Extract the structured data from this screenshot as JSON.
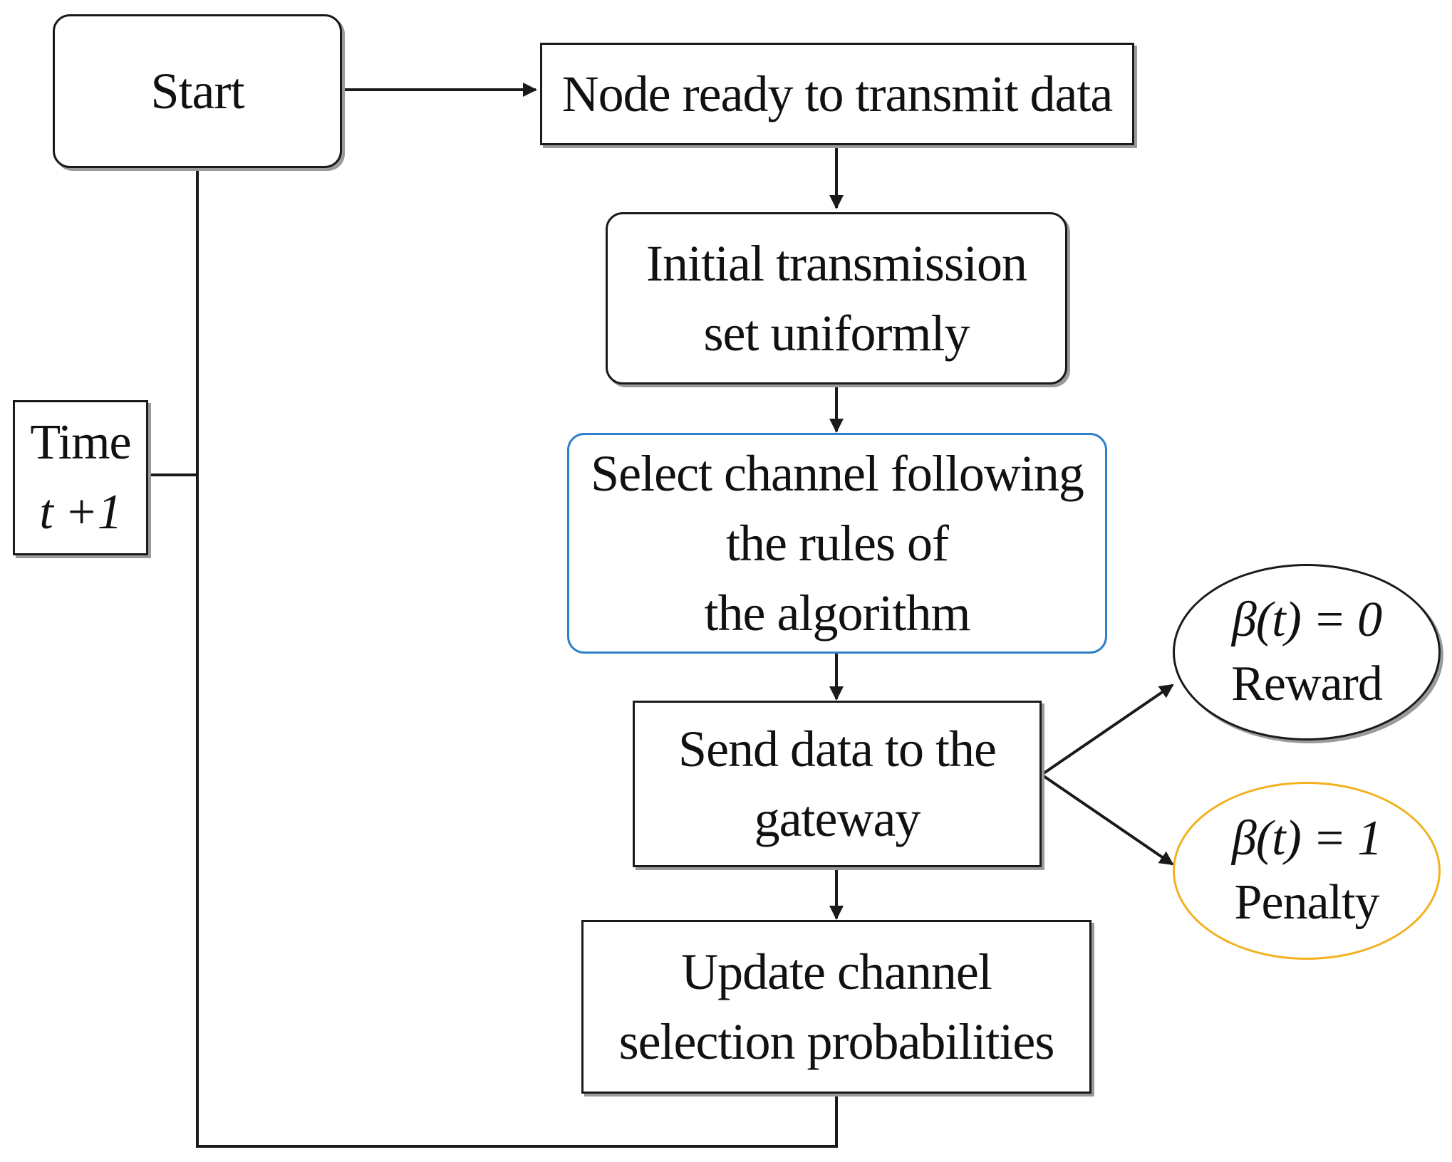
{
  "diagram": {
    "nodes": {
      "start": {
        "label": "Start"
      },
      "node_ready": {
        "label": "Node ready to transmit data"
      },
      "initial_transmission": {
        "line1": "Initial transmission",
        "line2": "set uniformly"
      },
      "select_channel": {
        "line1": "Select channel following",
        "line2": "the rules of",
        "line3": "the algorithm"
      },
      "send_data": {
        "line1": "Send data to the",
        "line2": "gateway"
      },
      "update": {
        "line1": "Update channel",
        "line2": "selection probabilities"
      },
      "reward": {
        "formula": "β(t) = 0",
        "label": "Reward"
      },
      "penalty": {
        "formula": "β(t) = 1",
        "label": "Penalty"
      },
      "time": {
        "line1": "Time",
        "line2": "t +1"
      }
    },
    "colors": {
      "line": "#1a1a1a",
      "select_channel_border": "#2f7fc9",
      "penalty_border": "#f2b11f"
    }
  }
}
